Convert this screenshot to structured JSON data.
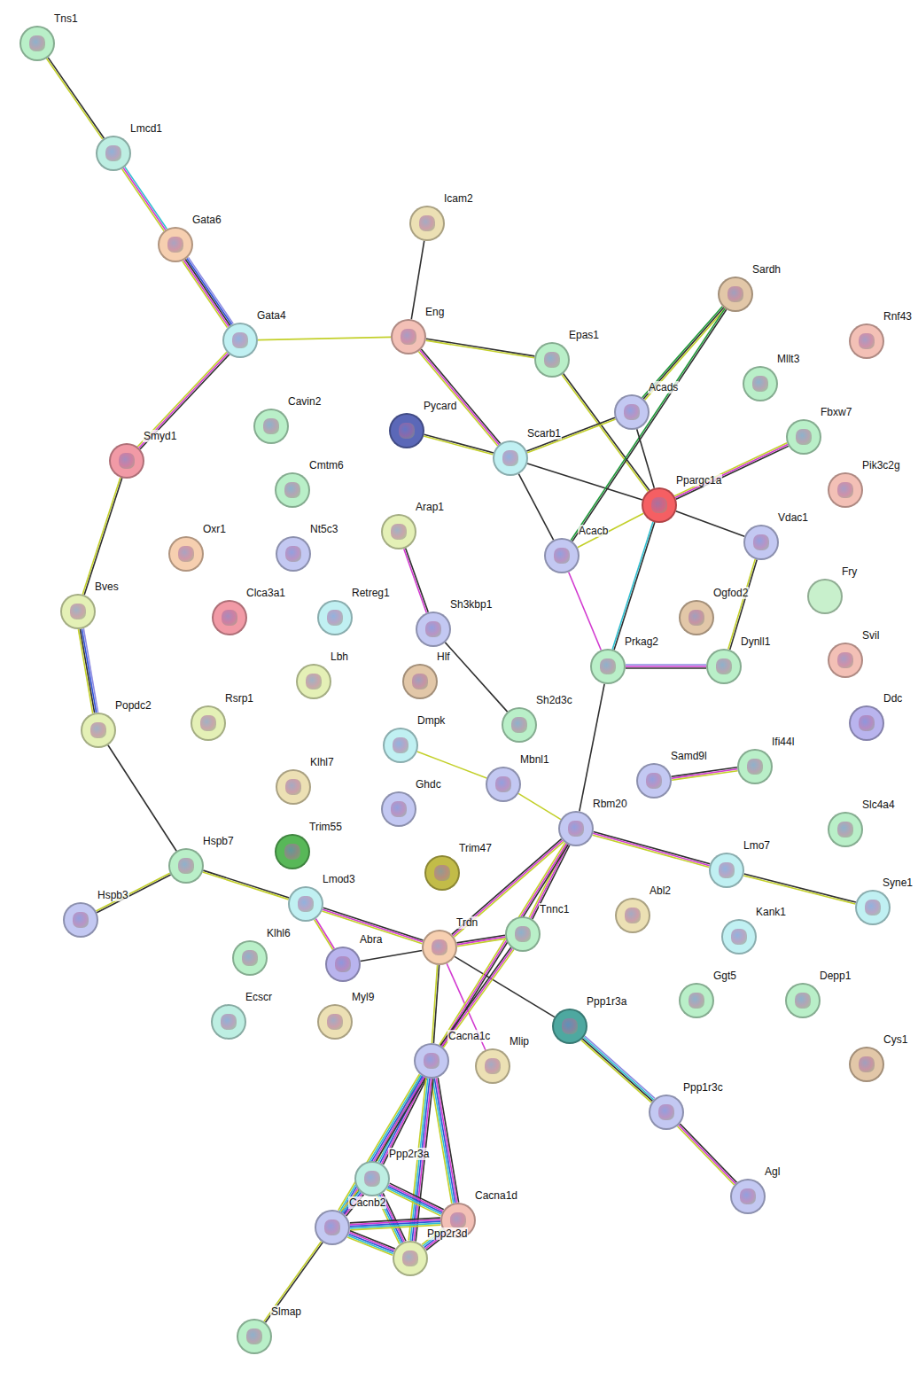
{
  "diagram": {
    "nodes": [
      {
        "text": [
          "Tns1"
        ]
      },
      {
        "text": [
          "Lmcd1"
        ]
      },
      {
        "text": [
          "Gata6"
        ]
      },
      {
        "text": [
          "Icam2"
        ]
      },
      {
        "text": [
          "Sardh"
        ]
      },
      {
        "text": [
          "Rnf43"
        ]
      },
      {
        "text": [
          "Eng"
        ]
      },
      {
        "text": [
          "Epas1"
        ]
      },
      {
        "text": [
          "Gata4"
        ]
      },
      {
        "text": [
          "Mllt3"
        ]
      },
      {
        "text": [
          "Pycard"
        ]
      },
      {
        "text": [
          "Acads"
        ]
      },
      {
        "text": [
          "Fbxw7"
        ]
      },
      {
        "text": [
          "Cavin2"
        ]
      },
      {
        "text": [
          "Scarb1"
        ]
      },
      {
        "text": [
          "Smyd1"
        ]
      },
      {
        "text": [
          "Pik3c2g"
        ]
      },
      {
        "text": [
          "Ppargc1a"
        ]
      },
      {
        "text": [
          "Cmtm6"
        ]
      },
      {
        "text": [
          "Vdac1"
        ]
      },
      {
        "text": [
          "Arap1"
        ]
      },
      {
        "text": [
          "Acacb"
        ]
      },
      {
        "text": [
          "Oxr1"
        ]
      },
      {
        "text": [
          "Nt5c3"
        ]
      },
      {
        "text": [
          "Fry"
        ]
      },
      {
        "text": [
          "Ogfod2"
        ]
      },
      {
        "text": [
          "Clca3a1"
        ]
      },
      {
        "text": [
          "Retreg1"
        ]
      },
      {
        "text": [
          "Bves"
        ]
      },
      {
        "text": [
          "Sh3kbp1"
        ]
      },
      {
        "text": [
          "Svil"
        ]
      },
      {
        "text": [
          "Prkag2"
        ]
      },
      {
        "text": [
          "Dynll1"
        ]
      },
      {
        "text": [
          "Lbh"
        ]
      },
      {
        "text": [
          "Hlf"
        ]
      },
      {
        "text": [
          "Ddc"
        ]
      },
      {
        "text": [
          "Rsrp1"
        ]
      },
      {
        "text": [
          "Popdc2"
        ]
      },
      {
        "text": [
          "Sh2d3c"
        ]
      },
      {
        "text": [
          "Dmpk"
        ]
      },
      {
        "text": [
          "Ifi44l"
        ]
      },
      {
        "text": [
          "Samd9l"
        ]
      },
      {
        "text": [
          "Mbnl1"
        ]
      },
      {
        "text": [
          "Klhl7"
        ]
      },
      {
        "text": [
          "Ghdc"
        ]
      },
      {
        "text": [
          "Slc4a4"
        ]
      },
      {
        "text": [
          "Rbm20"
        ]
      },
      {
        "text": [
          "Trim55"
        ]
      },
      {
        "text": [
          "Trim47"
        ]
      },
      {
        "text": [
          "Hspb7"
        ]
      },
      {
        "text": [
          "Lmo7"
        ]
      },
      {
        "text": [
          "Syne1"
        ]
      },
      {
        "text": [
          "Lmod3"
        ]
      },
      {
        "text": [
          "Abl2"
        ]
      },
      {
        "text": [
          "Hspb3"
        ]
      },
      {
        "text": [
          "Tnnc1"
        ]
      },
      {
        "text": [
          "Klhl6"
        ]
      },
      {
        "text": [
          "Kank1"
        ]
      },
      {
        "text": [
          "Abra"
        ]
      },
      {
        "text": [
          "Trdn"
        ]
      },
      {
        "text": [
          "Ggt5"
        ]
      },
      {
        "text": [
          "Depp1"
        ]
      },
      {
        "text": [
          "Ecscr"
        ]
      },
      {
        "text": [
          "Myl9"
        ]
      },
      {
        "text": [
          "Ppp1r3a"
        ]
      },
      {
        "text": [
          "Cys1"
        ]
      },
      {
        "text": [
          "Cacna1c"
        ]
      },
      {
        "text": [
          "Mlip"
        ]
      },
      {
        "text": [
          "Ppp1r3c"
        ]
      },
      {
        "text": [
          "Agl"
        ]
      },
      {
        "text": [
          "Ppp2r3a"
        ]
      },
      {
        "text": [
          "Cacna1d"
        ]
      },
      {
        "text": [
          "Cacnb2"
        ]
      },
      {
        "text": [
          "Ppp2r3d"
        ]
      },
      {
        "text": [
          "Slmap"
        ]
      }
    ],
    "edges": [
      {
        "from": 0,
        "to": 1,
        "arrow": "none"
      },
      {
        "from": 1,
        "to": 2,
        "arrow": "none"
      },
      {
        "from": 2,
        "to": 8,
        "arrow": "none"
      },
      {
        "from": 8,
        "to": 15,
        "arrow": "none"
      },
      {
        "from": 8,
        "to": 6,
        "arrow": "none"
      },
      {
        "from": 15,
        "to": 28,
        "arrow": "none"
      },
      {
        "from": 28,
        "to": 37,
        "arrow": "none"
      },
      {
        "from": 37,
        "to": 49,
        "arrow": "none"
      },
      {
        "from": 49,
        "to": 54,
        "arrow": "none"
      },
      {
        "from": 49,
        "to": 52,
        "arrow": "none"
      },
      {
        "from": 52,
        "to": 58,
        "arrow": "none"
      },
      {
        "from": 52,
        "to": 59,
        "arrow": "none"
      },
      {
        "from": 58,
        "to": 59,
        "arrow": "none"
      },
      {
        "from": 59,
        "to": 46,
        "arrow": "none"
      },
      {
        "from": 59,
        "to": 55,
        "arrow": "none"
      },
      {
        "from": 59,
        "to": 66,
        "arrow": "none"
      },
      {
        "from": 59,
        "to": 67,
        "arrow": "none"
      },
      {
        "from": 59,
        "to": 64,
        "arrow": "none"
      },
      {
        "from": 64,
        "to": 68,
        "arrow": "none"
      },
      {
        "from": 68,
        "to": 69,
        "arrow": "none"
      },
      {
        "from": 3,
        "to": 6,
        "arrow": "none"
      },
      {
        "from": 6,
        "to": 7,
        "arrow": "none"
      },
      {
        "from": 6,
        "to": 14,
        "arrow": "none"
      },
      {
        "from": 7,
        "to": 17,
        "arrow": "none"
      },
      {
        "from": 10,
        "to": 14,
        "arrow": "none"
      },
      {
        "from": 14,
        "to": 11,
        "arrow": "none"
      },
      {
        "from": 14,
        "to": 17,
        "arrow": "none"
      },
      {
        "from": 14,
        "to": 21,
        "arrow": "none"
      },
      {
        "from": 11,
        "to": 4,
        "arrow": "none"
      },
      {
        "from": 21,
        "to": 4,
        "arrow": "none"
      },
      {
        "from": 11,
        "to": 17,
        "arrow": "none"
      },
      {
        "from": 12,
        "to": 17,
        "arrow": "none"
      },
      {
        "from": 21,
        "to": 17,
        "arrow": "none"
      },
      {
        "from": 17,
        "to": 19,
        "arrow": "none"
      },
      {
        "from": 17,
        "to": 31,
        "arrow": "none"
      },
      {
        "from": 21,
        "to": 31,
        "arrow": "none"
      },
      {
        "from": 31,
        "to": 32,
        "arrow": "none"
      },
      {
        "from": 19,
        "to": 32,
        "arrow": "none"
      },
      {
        "from": 31,
        "to": 46,
        "arrow": "none"
      },
      {
        "from": 20,
        "to": 29,
        "arrow": "none"
      },
      {
        "from": 29,
        "to": 38,
        "arrow": "none"
      },
      {
        "from": 39,
        "to": 42,
        "arrow": "none"
      },
      {
        "from": 42,
        "to": 46,
        "arrow": "none"
      },
      {
        "from": 41,
        "to": 40,
        "arrow": "none"
      },
      {
        "from": 46,
        "to": 50,
        "arrow": "none"
      },
      {
        "from": 50,
        "to": 51,
        "arrow": "none"
      },
      {
        "from": 46,
        "to": 55,
        "arrow": "none"
      },
      {
        "from": 46,
        "to": 66,
        "arrow": "none"
      },
      {
        "from": 66,
        "to": 55,
        "arrow": "none"
      },
      {
        "from": 66,
        "to": 70,
        "arrow": "none"
      },
      {
        "from": 66,
        "to": 71,
        "arrow": "none"
      },
      {
        "from": 66,
        "to": 72,
        "arrow": "none"
      },
      {
        "from": 66,
        "to": 73,
        "arrow": "none"
      },
      {
        "from": 70,
        "to": 72,
        "arrow": "none"
      },
      {
        "from": 70,
        "to": 71,
        "arrow": "none"
      },
      {
        "from": 70,
        "to": 73,
        "arrow": "none"
      },
      {
        "from": 72,
        "to": 71,
        "arrow": "none"
      },
      {
        "from": 72,
        "to": 73,
        "arrow": "none"
      },
      {
        "from": 71,
        "to": 73,
        "arrow": "none"
      },
      {
        "from": 72,
        "to": 74,
        "arrow": "none"
      }
    ]
  }
}
